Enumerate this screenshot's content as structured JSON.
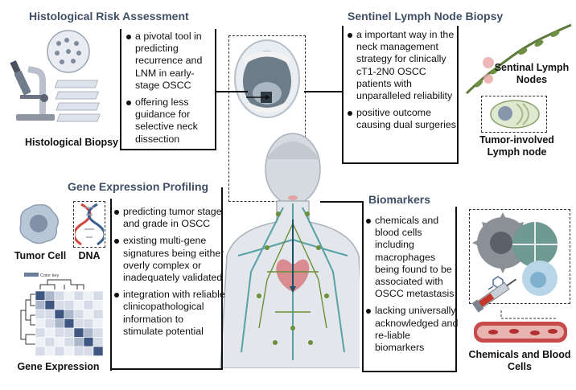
{
  "histological": {
    "title": "Histological Risk Assessment",
    "points": [
      "a pivotal tool in predicting recurrence and LNM in early-stage OSCC",
      "offering less guidance for selective neck dissection"
    ],
    "image_caption": "Histological Biopsy"
  },
  "sentinel": {
    "title": "Sentinel Lymph Node Biopsy",
    "points": [
      "a important way in the neck management strategy for clinically cT1-2N0 OSCC patients with unparalleled reliability",
      "positive outcome causing dual surgeries"
    ],
    "caption_nodes": "Sentinal Lymph Nodes",
    "caption_tumor": "Tumor-involved Lymph node"
  },
  "gene": {
    "title": "Gene Expression Profiling",
    "points": [
      "predicting tumor stage and grade in OSCC",
      "existing multi-gene signatures being either overly complex or inadequately validated",
      "integration with reliable clinicopathological information to stimulate potential"
    ],
    "caption_tumor_cell": "Tumor Cell",
    "caption_dna": "DNA",
    "caption_expression": "Gene Expression",
    "heatmap_legend": "Color key"
  },
  "biomarkers": {
    "title": "Biomarkers",
    "points": [
      "chemicals and blood cells including macrophages being found to be associated with OSCC metastasis",
      "lacking universally acknowledged and re-liable biomarkers"
    ],
    "caption": "Chemicals and Blood Cells"
  }
}
